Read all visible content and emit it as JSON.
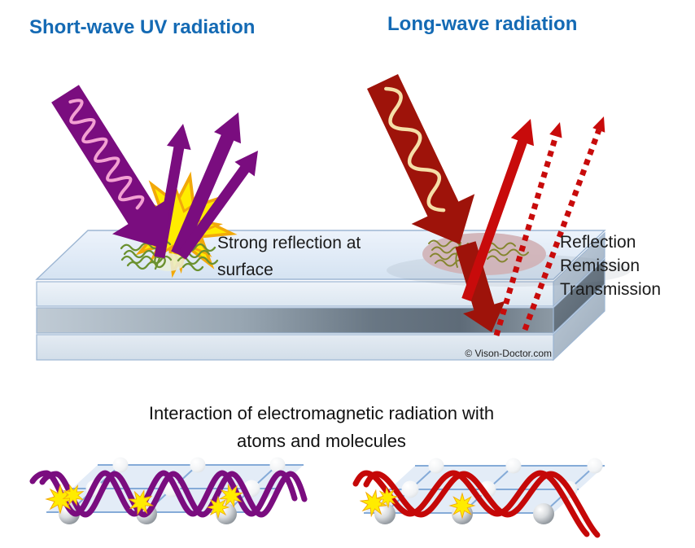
{
  "titles": {
    "left": "Short-wave UV radiation",
    "right": "Long-wave radiation"
  },
  "slab_labels": {
    "surface_line1": "Strong reflection at",
    "surface_line2": "surface",
    "interactions": [
      "Reflection",
      "Remission",
      "Transmission"
    ],
    "watermark": "© Vison-Doctor.com"
  },
  "caption": {
    "line1": "Interaction of electromagnetic radiation with",
    "line2": "atoms and molecules"
  },
  "colors": {
    "title_blue": "#146AB4",
    "uv_purple": "#7A0D7F",
    "uv_wave_pink": "#F2A0D2",
    "ir_dark_red": "#9E130A",
    "ir_bright_red": "#C80B0B",
    "ir_wave_cream": "#F5DFA8",
    "burst_yellow": "#FFEC00",
    "burst_orange": "#F2A90A",
    "scatter_green": "#6B9130",
    "scatter_olive": "#85852F",
    "slab_blue": "#DCE7F1",
    "lattice_line_blue": "#85ABD8"
  }
}
